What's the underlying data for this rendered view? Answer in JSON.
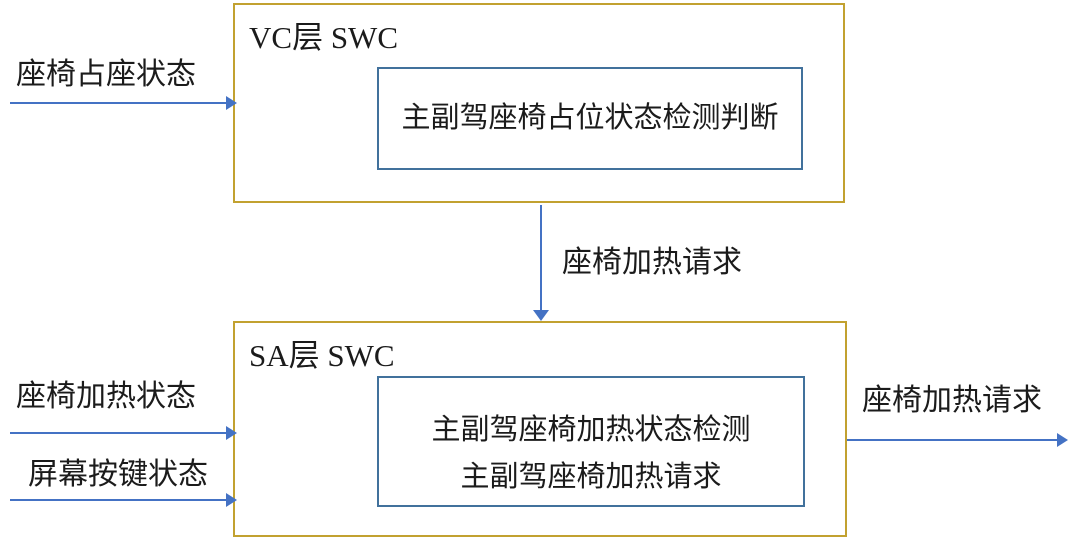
{
  "colors": {
    "background": "#ffffff",
    "text": "#1b1b1b",
    "frame_border": "#C2A130",
    "module_border": "#41719C",
    "arrow": "#4472C4"
  },
  "vc_layer": {
    "title": "VC层 SWC",
    "module": {
      "label": "主副驾座椅占位状态检测判断"
    }
  },
  "sa_layer": {
    "title": "SA层 SWC",
    "module": {
      "line1": "主副驾座椅加热状态检测",
      "line2": "主副驾座椅加热请求"
    }
  },
  "inputs": {
    "seat_occupancy": {
      "label": "座椅占座状态"
    },
    "seat_heating_status": {
      "label": "座椅加热状态"
    },
    "screen_button_status": {
      "label": "屏幕按键状态"
    }
  },
  "connectors": {
    "vc_to_sa": {
      "label": "座椅加热请求"
    },
    "sa_output": {
      "label": "座椅加热请求"
    }
  }
}
